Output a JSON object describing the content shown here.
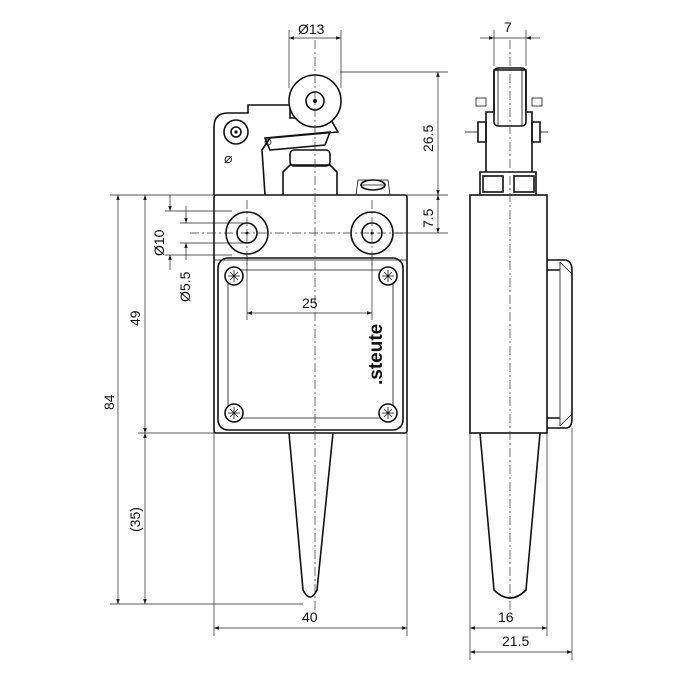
{
  "dimensions": {
    "roller_diameter": "Ø13",
    "roller_width": "7",
    "actuator_height": "26.5",
    "hole_offset": "7.5",
    "hole_diameter": "Ø10",
    "bore_diameter": "Ø5.5",
    "hole_spacing": "25",
    "body_length": "49",
    "total_length": "84",
    "cable_gland_length": "(35)",
    "body_width": "40",
    "side_width": "16",
    "side_total_width": "21.5"
  },
  "brand": ".steute",
  "symbols": {
    "ground_mark": "⌀"
  }
}
